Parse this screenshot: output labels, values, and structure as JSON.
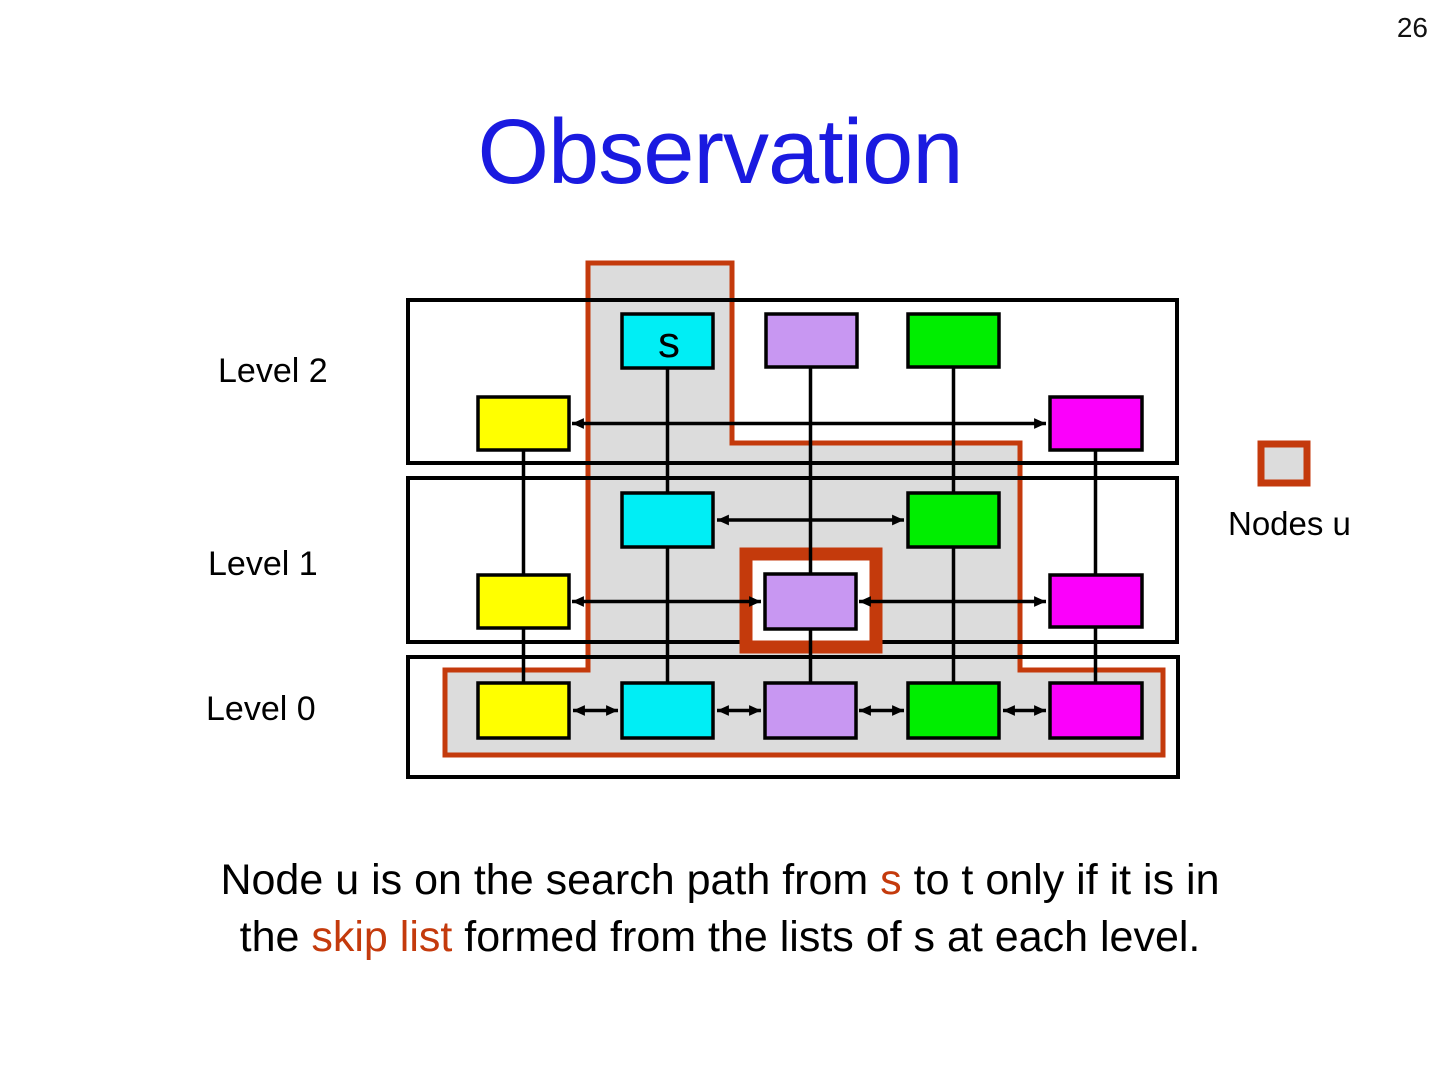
{
  "page": {
    "number": "26"
  },
  "title": {
    "text": "Observation"
  },
  "diagram": {
    "levels": [
      {
        "label": "Level 2"
      },
      {
        "label": "Level 1"
      },
      {
        "label": "Level 0"
      }
    ],
    "s_label": "s",
    "legend": {
      "label": "Nodes u"
    }
  },
  "caption": {
    "lines": [
      [
        {
          "text": "Node u is on the search path from "
        },
        {
          "text": "s",
          "accent": true
        },
        {
          "text": " to t only if it is in"
        }
      ],
      [
        {
          "text": "the "
        },
        {
          "text": "skip list",
          "accent": true
        },
        {
          "text": " formed from the lists of s at each level."
        }
      ]
    ]
  },
  "colors": {
    "title_blue": "#1a1ae0",
    "accent_orange": "#c43a0c",
    "path_gray": "#dcdcdc",
    "node_yellow": "#ffff00",
    "node_cyan": "#00eef5",
    "node_purple": "#c897f2",
    "node_green": "#00ee00",
    "node_magenta": "#fb00fb"
  }
}
